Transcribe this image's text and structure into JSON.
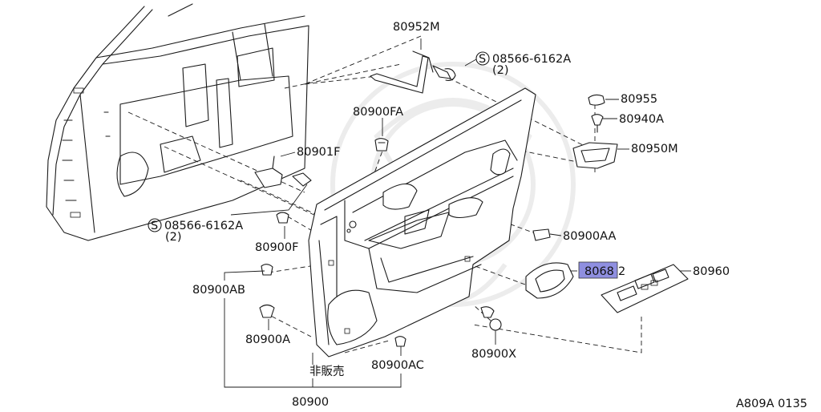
{
  "diagram": {
    "labels": {
      "p80952M": "80952M",
      "bolt_top": "08566-6162A",
      "bolt_top_qty": "(2)",
      "p80955": "80955",
      "p80940A": "80940A",
      "p80950M": "80950M",
      "p80900FA": "80900FA",
      "p80901F": "80901F",
      "bolt_left": "08566-6162A",
      "bolt_left_qty": "(2)",
      "p80900F": "80900F",
      "p80900AA": "80900AA",
      "p80682_hl": "8068",
      "p80682_tail": "2",
      "p80960": "80960",
      "p80900AB": "80900AB",
      "p80900A": "80900A",
      "p80900X": "80900X",
      "p80900AC": "80900AC",
      "not_for_sale": "非販売",
      "p80900": "80900",
      "code": "A809A 0135",
      "s_symbol": "S"
    },
    "colors": {
      "line": "#1a1a1a",
      "highlight": "#8f8fe0"
    }
  }
}
